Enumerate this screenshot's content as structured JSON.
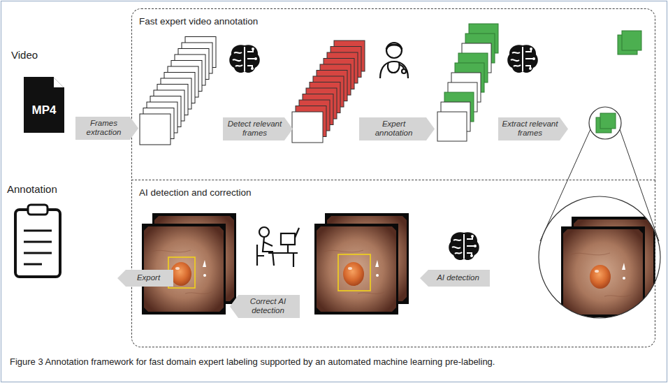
{
  "diagram": {
    "caption": "Figure 3 Annotation framework for fast domain expert labeling supported by an automated machine learning pre-labeling.",
    "nodes": [
      {
        "text": [
          "Frames extraction"
        ]
      },
      {
        "text": [
          "Fast expert video annotation"
        ]
      },
      {
        "text": [
          "Detect relevant frames"
        ],
        "in": 1
      },
      {
        "text": [
          "Expert annotation"
        ],
        "in": 1
      },
      {
        "text": [
          "Extract relevant frames"
        ],
        "in": 1
      },
      {
        "text": [
          "Export"
        ]
      },
      {
        "text": [
          "AI detection and correction"
        ]
      },
      {
        "text": [
          "Correct AI detection"
        ],
        "in": 6
      },
      {
        "text": [
          "AI detection"
        ],
        "in": 6
      }
    ],
    "labels": [
      "Video",
      "MP4",
      "Annotation"
    ]
  }
}
